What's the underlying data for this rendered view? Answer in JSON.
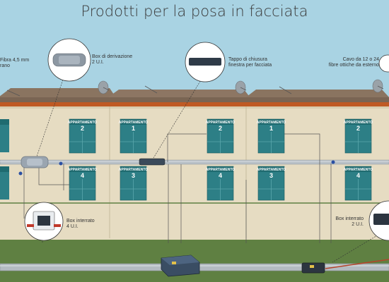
{
  "title": "Prodotti per la posa in facciata",
  "labels": {
    "fiber_left": [
      "Fibra 4,5 mm",
      "rano"
    ],
    "box_derivation": [
      "Box di derivazione",
      "2 U.I."
    ],
    "cap": [
      "Tappo di chiusura",
      "finestra per facciata"
    ],
    "cable_right": [
      "Cavo da 12 o 24",
      "fibre ottiche da esterno"
    ],
    "box_internal_left": [
      "Box interrato",
      "4 U.I."
    ],
    "box_internal_right": [
      "Box interrato",
      "2 U.I."
    ]
  },
  "window_label": "APPARTAMENTO",
  "windows_top": [
    "2",
    "1",
    "2",
    "1",
    "2"
  ],
  "windows_bottom": [
    "4",
    "3",
    "4",
    "3",
    "4"
  ],
  "colors": {
    "sky": "#a9d3e3",
    "wall": "#e6dcc2",
    "roof": "#8a7460",
    "gutter": "#bf5a24",
    "window": "#2d7f86",
    "window_header": "#1f6b70",
    "grass": "#5f8042",
    "pipe": "#b8c0c6"
  },
  "icons": [
    "satellite-dish-icon",
    "junction-box-icon",
    "closure-cap-icon",
    "cable-icon",
    "buried-box-icon"
  ]
}
